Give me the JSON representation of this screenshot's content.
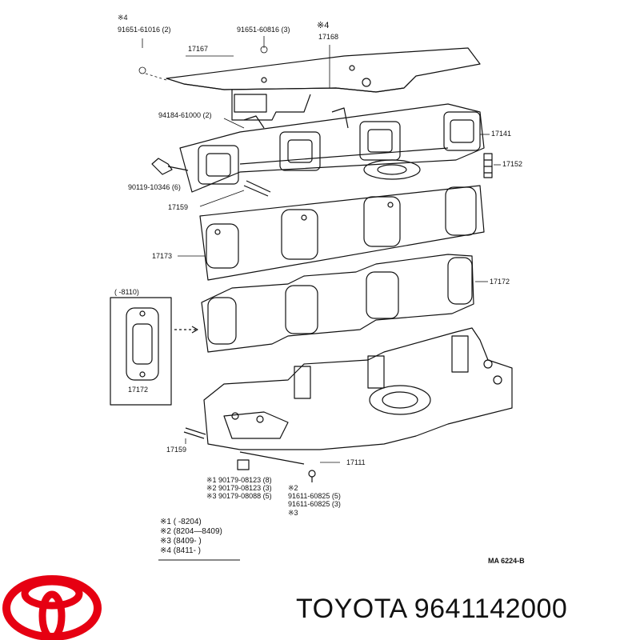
{
  "callouts": {
    "top_star4_a": "※4",
    "top_bolt_a": "91651-61016 (2)",
    "top_bolt_b": "91651-60816 (3)",
    "top_star4_b": "※4",
    "p17168": "17168",
    "p17167": "17167",
    "p94184": "94184-61000 (2)",
    "p17141": "17141",
    "p17152": "17152",
    "p90119": "90119-10346 (6)",
    "p17159a": "17159",
    "p17173": "17173",
    "p17172a": "17172",
    "inset_range": "(       -8110)",
    "p17172b": "17172",
    "p17159b": "17159",
    "p17111": "17111",
    "nut1": "※1 90179-08123 (8)",
    "nut2": "※2 90179-08123 (3)",
    "nut3": "※3 90179-08088 (5)",
    "stud2": "※2",
    "stud_a": "91611-60825 (5)",
    "stud_b": "91611-60825 (3)",
    "stud3": "※3"
  },
  "legend": [
    {
      "mark": "※1",
      "range": "(        -8204)"
    },
    {
      "mark": "※2",
      "range": "(8204—8409)"
    },
    {
      "mark": "※3",
      "range": "(8409-          )"
    },
    {
      "mark": "※4",
      "range": "(8411-          )"
    }
  ],
  "ref_code": "MA  6224-B",
  "footer": {
    "brand": "TOYOTA",
    "part_number": "9641142000"
  },
  "colors": {
    "brand_red": "#e60012",
    "ink": "#111111"
  }
}
